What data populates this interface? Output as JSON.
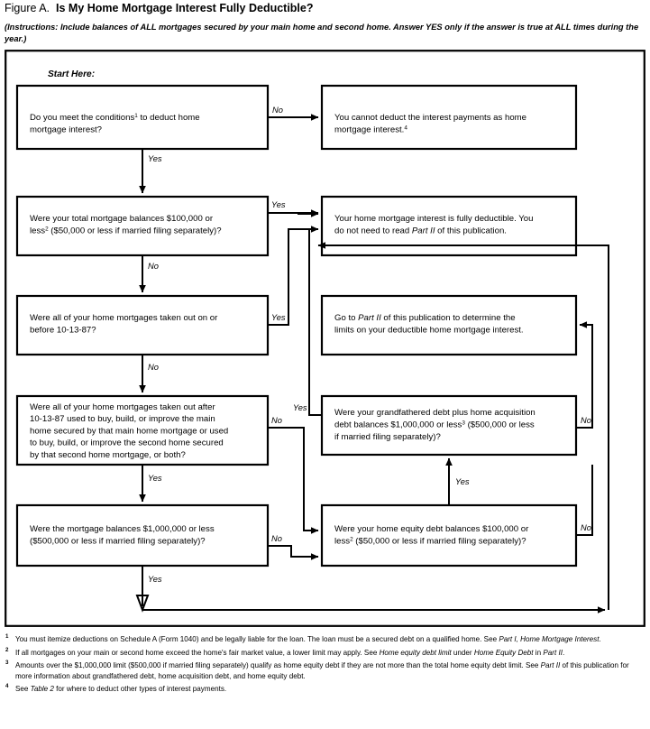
{
  "figure": {
    "label": "Figure A.",
    "title": "Is My Home Mortgage Interest Fully Deductible?",
    "instructions_part1": "(Instructions: Include balances of ",
    "instructions_all1": "ALL",
    "instructions_part2": " mortgages secured by your main home and second home. Answer ",
    "instructions_yes": "YES",
    "instructions_part3": " only if the answer is true at ",
    "instructions_all2": "ALL",
    "instructions_part4": " times during the year.)",
    "start_here": "Start Here:"
  },
  "flowchart": {
    "type": "decision-flowchart",
    "boxes": [
      {
        "id": "q1",
        "kind": "decision",
        "lines": [
          {
            "parts": [
              {
                "t": "Do you meet the conditions"
              },
              {
                "t": "1",
                "sup": true
              },
              {
                "t": " to deduct home"
              }
            ]
          },
          {
            "parts": [
              {
                "t": "mortgage interest?"
              }
            ]
          }
        ]
      },
      {
        "id": "r1",
        "kind": "terminal",
        "lines": [
          {
            "parts": [
              {
                "t": "You cannot deduct the interest payments as home"
              }
            ]
          },
          {
            "parts": [
              {
                "t": "mortgage interest."
              },
              {
                "t": "4",
                "sup": true
              }
            ]
          }
        ]
      },
      {
        "id": "q2",
        "kind": "decision",
        "lines": [
          {
            "parts": [
              {
                "t": "Were your total mortgage balances $100,000 or"
              }
            ]
          },
          {
            "parts": [
              {
                "t": "less"
              },
              {
                "t": "2",
                "sup": true
              },
              {
                "t": " ($50,000 or less if married filing separately)?"
              }
            ]
          }
        ]
      },
      {
        "id": "r2",
        "kind": "terminal",
        "lines": [
          {
            "parts": [
              {
                "t": "Your home mortgage interest is fully deductible. You"
              }
            ]
          },
          {
            "parts": [
              {
                "t": "do not need to read "
              },
              {
                "t": "Part II",
                "it": true
              },
              {
                "t": " of this publication."
              }
            ]
          }
        ]
      },
      {
        "id": "q3",
        "kind": "decision",
        "lines": [
          {
            "parts": [
              {
                "t": "Were all of your home mortgages taken out on or"
              }
            ]
          },
          {
            "parts": [
              {
                "t": "before 10-13-87?"
              }
            ]
          }
        ]
      },
      {
        "id": "r3",
        "kind": "terminal",
        "lines": [
          {
            "parts": [
              {
                "t": "Go to "
              },
              {
                "t": "Part II",
                "it": true
              },
              {
                "t": " of this publication to determine the"
              }
            ]
          },
          {
            "parts": [
              {
                "t": "limits on your deductible home mortgage interest."
              }
            ]
          }
        ]
      },
      {
        "id": "q4",
        "kind": "decision",
        "lines": [
          {
            "parts": [
              {
                "t": "Were all of your home mortgages taken out after"
              }
            ]
          },
          {
            "parts": [
              {
                "t": "10-13-87 used to buy, build, or improve the main"
              }
            ]
          },
          {
            "parts": [
              {
                "t": "home secured by that main home mortgage or used"
              }
            ]
          },
          {
            "parts": [
              {
                "t": "to buy, build, or improve the second home secured"
              }
            ]
          },
          {
            "parts": [
              {
                "t": "by that second home mortgage, or both?"
              }
            ]
          }
        ]
      },
      {
        "id": "q5",
        "kind": "decision",
        "lines": [
          {
            "parts": [
              {
                "t": "Were your grandfathered debt plus home acquisition"
              }
            ]
          },
          {
            "parts": [
              {
                "t": "debt balances $1,000,000 or less"
              },
              {
                "t": "3",
                "sup": true
              },
              {
                "t": " ($500,000 or less"
              }
            ]
          },
          {
            "parts": [
              {
                "t": "if married filing separately)?"
              }
            ]
          }
        ]
      },
      {
        "id": "q6",
        "kind": "decision",
        "lines": [
          {
            "parts": [
              {
                "t": "Were the mortgage balances $1,000,000 or less"
              }
            ]
          },
          {
            "parts": [
              {
                "t": "($500,000 or less if married filing separately)?"
              }
            ]
          }
        ]
      },
      {
        "id": "q7",
        "kind": "decision",
        "lines": [
          {
            "parts": [
              {
                "t": "Were your home equity debt balances $100,000 or"
              }
            ]
          },
          {
            "parts": [
              {
                "t": "less"
              },
              {
                "t": "2",
                "sup": true
              },
              {
                "t": " ($50,000 or less if married filing separately)?"
              }
            ]
          }
        ]
      }
    ],
    "edges": [
      {
        "from": "q1",
        "to": "r1",
        "label": "No"
      },
      {
        "from": "q1",
        "to": "q2",
        "label": "Yes"
      },
      {
        "from": "q2",
        "to": "r2",
        "label": "Yes"
      },
      {
        "from": "q2",
        "to": "q3",
        "label": "No"
      },
      {
        "from": "q3",
        "to": "r2",
        "label": "Yes"
      },
      {
        "from": "q3",
        "to": "q4",
        "label": "No"
      },
      {
        "from": "q4",
        "to": "q7",
        "label": "No"
      },
      {
        "from": "q4",
        "to": "q6",
        "label": "Yes"
      },
      {
        "from": "q5",
        "to": "r2",
        "label": "Yes"
      },
      {
        "from": "q5",
        "to": "r3",
        "label": "No"
      },
      {
        "from": "q6",
        "to": "q7",
        "label": "No"
      },
      {
        "from": "q6",
        "to": "r2",
        "label": "Yes"
      },
      {
        "from": "q7",
        "to": "q5",
        "label": "Yes"
      },
      {
        "from": "q7",
        "to": "r3",
        "label": "No"
      }
    ],
    "edge_labels": {
      "yes": "Yes",
      "no": "No"
    }
  },
  "footnotes": [
    {
      "marker": "1",
      "parts": [
        {
          "t": "You must itemize deductions on Schedule A (Form 1040) and be legally liable for the loan. The loan must be a secured debt on a qualified home. See "
        },
        {
          "t": "Part I, Home Mortgage Interest",
          "it": true
        },
        {
          "t": "."
        }
      ]
    },
    {
      "marker": "2",
      "parts": [
        {
          "t": "If all mortgages on your main or second home exceed the home's fair market value, a lower limit may apply. See "
        },
        {
          "t": "Home equity debt limit",
          "it": true
        },
        {
          "t": " under "
        },
        {
          "t": "Home Equity Debt",
          "it": true
        },
        {
          "t": " in "
        },
        {
          "t": "Part II",
          "it": true
        },
        {
          "t": "."
        }
      ]
    },
    {
      "marker": "3",
      "parts": [
        {
          "t": "Amounts over the $1,000,000 limit ($500,000 if married filing separately) qualify as home equity debt if they are not more than the total home equity debt limit. See "
        },
        {
          "t": "Part II",
          "it": true
        },
        {
          "t": " of this publication for more information about grandfathered debt, home acquisition debt, and home equity debt."
        }
      ]
    },
    {
      "marker": "4",
      "parts": [
        {
          "t": "See "
        },
        {
          "t": "Table 2",
          "it": true
        },
        {
          "t": " for where to deduct other types of interest payments."
        }
      ]
    }
  ]
}
